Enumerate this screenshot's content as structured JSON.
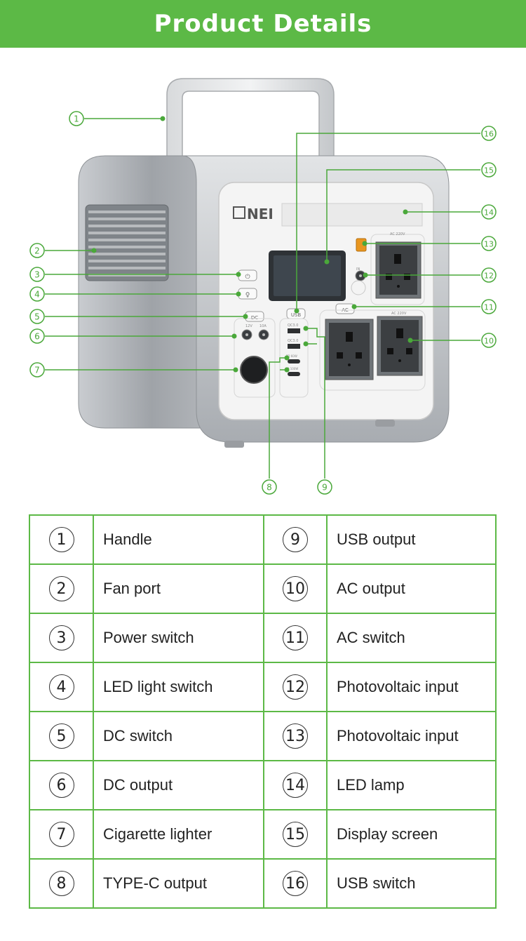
{
  "header": {
    "title": "Product Details"
  },
  "device": {
    "brand": "NEI",
    "usb_label": "USB",
    "dc_label": "DC",
    "ac_label": "AC",
    "ac_rating_top": "AC 220V",
    "ac_rating_bottom": "AC 220V",
    "dc_volt": "12V",
    "dc_amp": "10A",
    "usb_port1": "QC3.0",
    "usb_port2": "QC3.0",
    "typec_port1": "PD 60W",
    "typec_port2": "PD 100W",
    "pv_label": "IN"
  },
  "callouts": [
    "1",
    "2",
    "3",
    "4",
    "5",
    "6",
    "7",
    "8",
    "9",
    "10",
    "11",
    "12",
    "13",
    "14",
    "15",
    "16"
  ],
  "legend": [
    {
      "num_left": "1",
      "label_left": "Handle",
      "num_right": "9",
      "label_right": "USB output"
    },
    {
      "num_left": "2",
      "label_left": "Fan port",
      "num_right": "10",
      "label_right": "AC output"
    },
    {
      "num_left": "3",
      "label_left": "Power switch",
      "num_right": "11",
      "label_right": "AC switch"
    },
    {
      "num_left": "4",
      "label_left": "LED light switch",
      "num_right": "12",
      "label_right": "Photovoltaic input"
    },
    {
      "num_left": "5",
      "label_left": "DC switch",
      "num_right": "13",
      "label_right": "Photovoltaic input"
    },
    {
      "num_left": "6",
      "label_left": "DC output",
      "num_right": "14",
      "label_right": "LED lamp"
    },
    {
      "num_left": "7",
      "label_left": "Cigarette lighter",
      "num_right": "15",
      "label_right": "Display screen"
    },
    {
      "num_left": "8",
      "label_left": "TYPE-C output",
      "num_right": "16",
      "label_right": "USB switch"
    }
  ],
  "colors": {
    "accent": "#5cb946",
    "callout_line": "#4aa83a",
    "body_silver": "#b9bcc0",
    "panel": "#f4f4f4"
  }
}
